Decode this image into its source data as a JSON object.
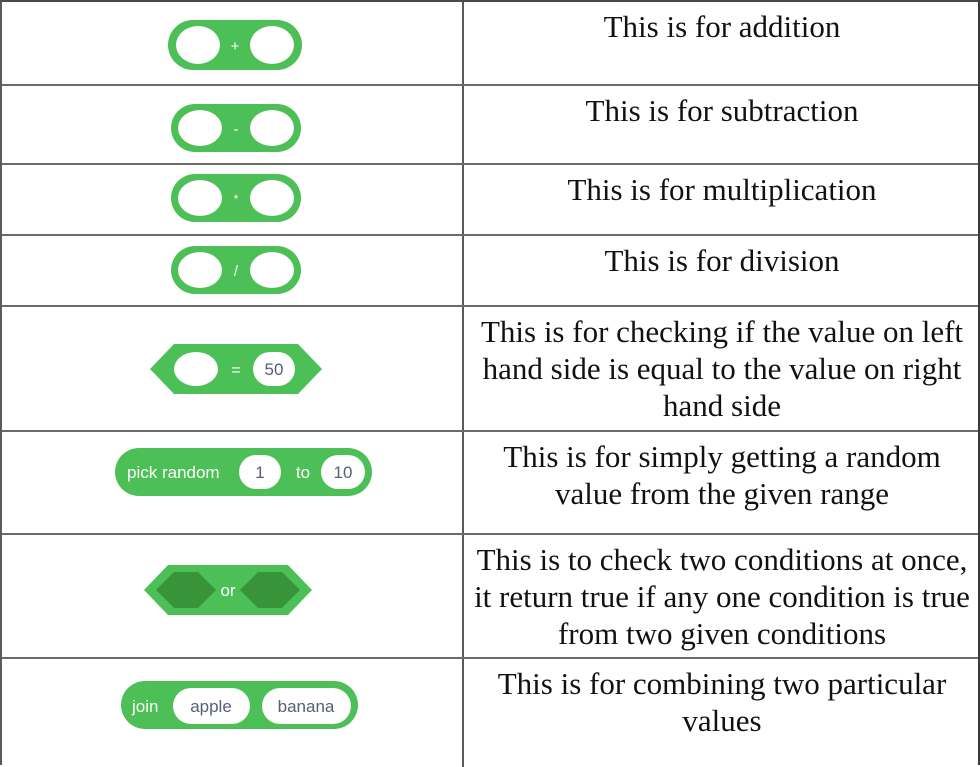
{
  "colors": {
    "block_green": "#4cbf56",
    "block_green_dark": "#389438",
    "slot_white": "#ffffff",
    "slot_text": "#575e75",
    "table_border": "#5a5a5a"
  },
  "rows": [
    {
      "block": {
        "type": "reporter",
        "name": "addition-block",
        "operator": "+"
      },
      "description": "This is for addition"
    },
    {
      "block": {
        "type": "reporter",
        "name": "subtraction-block",
        "operator": "-"
      },
      "description": "This is for subtraction"
    },
    {
      "block": {
        "type": "reporter",
        "name": "multiplication-block",
        "operator": "*"
      },
      "description": "This is for multiplication"
    },
    {
      "block": {
        "type": "reporter",
        "name": "division-block",
        "operator": "/"
      },
      "description": "This is for division"
    },
    {
      "block": {
        "type": "boolean",
        "name": "equals-block",
        "operator": "=",
        "right_value": "50"
      },
      "description": "This is for checking if the value on left hand side is equal to the value on right hand side"
    },
    {
      "block": {
        "type": "reporter",
        "name": "pick-random-block",
        "label": "pick random",
        "from_value": "1",
        "connector": "to",
        "to_value": "10"
      },
      "description": "This is for simply getting a random value from the given range"
    },
    {
      "block": {
        "type": "boolean",
        "name": "or-block",
        "operator": "or"
      },
      "description": "This is to check two conditions at once, it return true if any one condition is true from two given conditions"
    },
    {
      "block": {
        "type": "reporter",
        "name": "join-block",
        "label": "join",
        "first_value": "apple",
        "second_value": "banana"
      },
      "description": "This is for combining two particular values"
    }
  ]
}
